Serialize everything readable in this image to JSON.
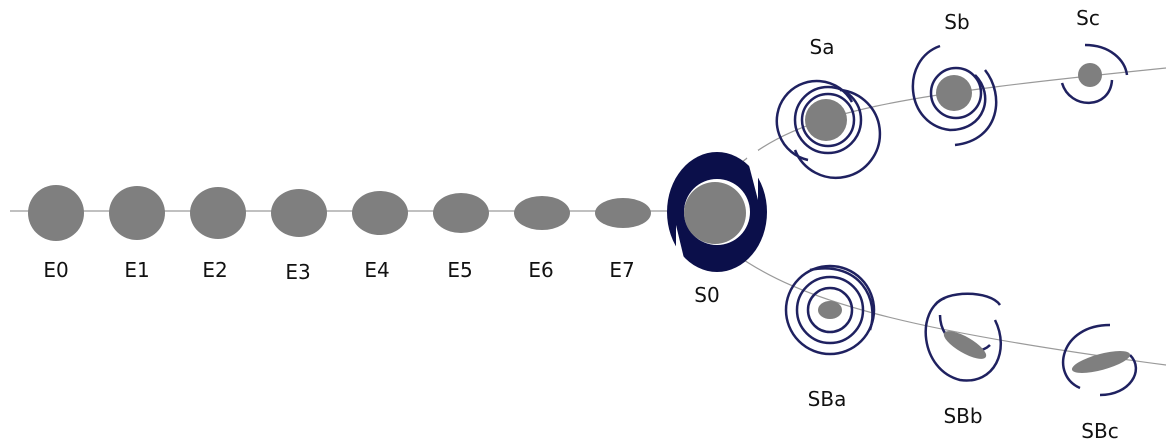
{
  "diagram": {
    "colors": {
      "galaxy_fill": "#7f7f7f",
      "arm_stroke": "#1f2160",
      "lens_fill": "#0b0f4a",
      "line_stroke": "#9a9a9a"
    },
    "elliptical": [
      {
        "label": "E0"
      },
      {
        "label": "E1"
      },
      {
        "label": "E2"
      },
      {
        "label": "E3"
      },
      {
        "label": "E4"
      },
      {
        "label": "E5"
      },
      {
        "label": "E6"
      },
      {
        "label": "E7"
      }
    ],
    "lenticular": {
      "label": "S0"
    },
    "spiral": [
      {
        "label": "Sa"
      },
      {
        "label": "Sb"
      },
      {
        "label": "Sc"
      }
    ],
    "barred_spiral": [
      {
        "label": "SBa"
      },
      {
        "label": "SBb"
      },
      {
        "label": "SBc"
      }
    ]
  }
}
